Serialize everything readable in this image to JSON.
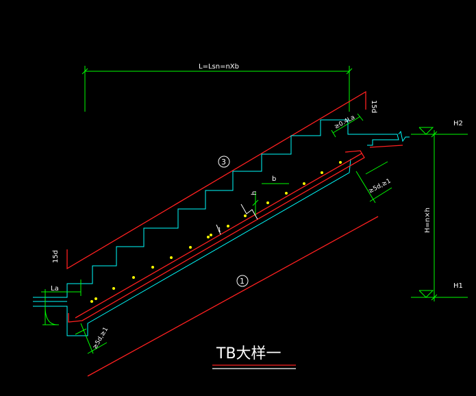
{
  "drawing": {
    "title": "TB大样一",
    "dim_top": "L=Lsn=nXb",
    "hook_top": "15d",
    "hook_bottom": "15d",
    "anchor_top": "≥0.4La",
    "anchor_bottom_left": "La",
    "bar_label_right": "≥5d,≥1",
    "bar_label_left": "≥5d,≥1",
    "step_height": "h",
    "step_width": "b",
    "total_height": "H=n×h",
    "level_top": "H2",
    "level_bottom": "H1",
    "bar_mark_upper": "3",
    "bar_mark_lower": "1",
    "bar_mark_mid": "1"
  },
  "colors": {
    "background": "#000000",
    "dimension": "#00ff00",
    "concrete": "#00ffff",
    "rebar": "#ff2020",
    "dots": "#ffff00",
    "title": "#ffffff"
  }
}
